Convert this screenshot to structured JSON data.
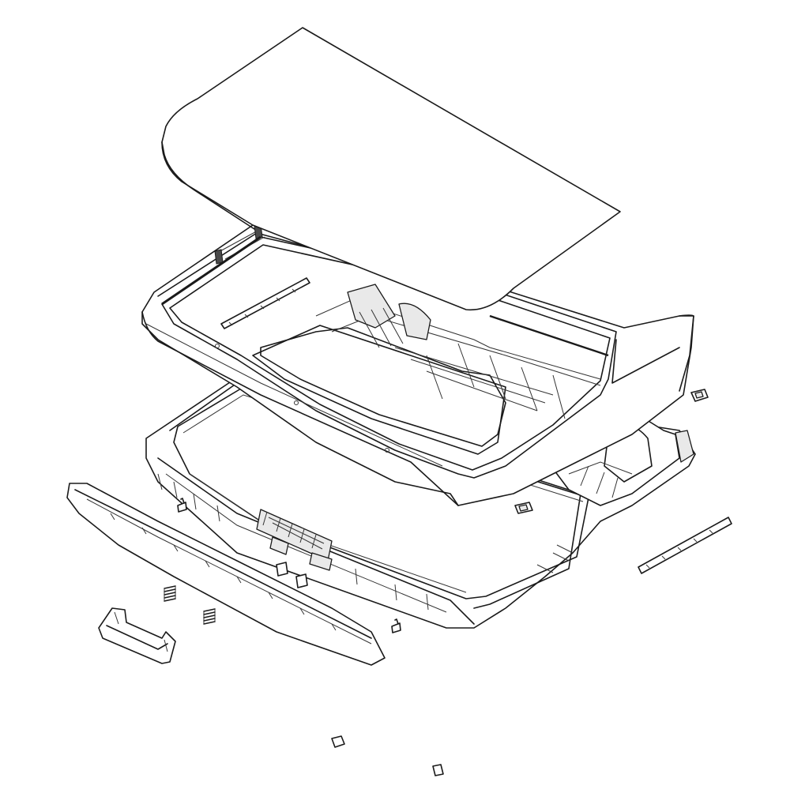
{
  "diagram": {
    "parts": [
      {
        "id": "lid",
        "icon": "lid-panel-icon"
      },
      {
        "id": "top-frame",
        "icon": "top-frame-icon"
      },
      {
        "id": "lid-trim",
        "icon": "trim-strip-icon"
      },
      {
        "id": "base-panel",
        "icon": "base-panel-icon"
      },
      {
        "id": "front-trim",
        "icon": "front-trim-icon"
      },
      {
        "id": "hinge-bracket",
        "icon": "hinge-icon"
      },
      {
        "id": "spring-left",
        "icon": "spring-icon"
      },
      {
        "id": "spring-right",
        "icon": "spring-icon"
      },
      {
        "id": "side-strip",
        "icon": "trim-strip-icon"
      },
      {
        "id": "bumper-right",
        "icon": "bumper-icon"
      },
      {
        "id": "bumper-mid",
        "icon": "bumper-icon"
      },
      {
        "id": "clips",
        "icon": "clip-icon"
      },
      {
        "id": "screws",
        "icon": "screw-icon"
      }
    ]
  }
}
